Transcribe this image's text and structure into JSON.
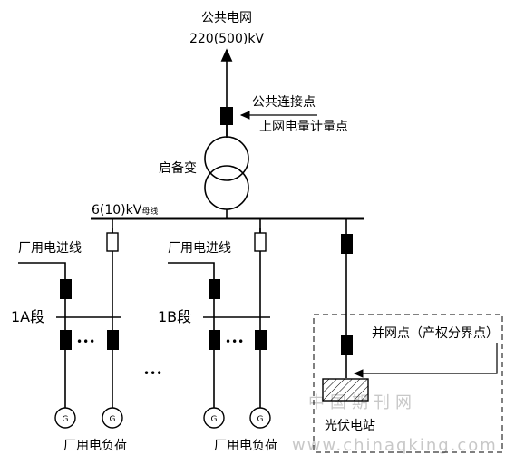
{
  "grid": {
    "name": "公共电网",
    "voltage": "220(500)kV"
  },
  "connection_point": {
    "line1": "公共连接点",
    "line2": "上网电量计量点"
  },
  "transformer": {
    "label": "启备变"
  },
  "bus": {
    "label": "6(10)kV",
    "suffix": "母线"
  },
  "section_a": {
    "feeder_label": "厂用电进线",
    "section_label": "1A段",
    "load_label": "厂用电负荷",
    "dots": "•••"
  },
  "section_b": {
    "feeder_label": "厂用电进线",
    "section_label": "1B段",
    "load_label": "厂用电负荷",
    "dots": "•••"
  },
  "middle_dots": "•••",
  "pv": {
    "grid_point": "并网点（产权分界点）",
    "station_label": "光伏电站"
  },
  "load_symbol": "G",
  "watermark": {
    "top": "中国期刊网",
    "bottom": "www.chinaqking.com"
  }
}
